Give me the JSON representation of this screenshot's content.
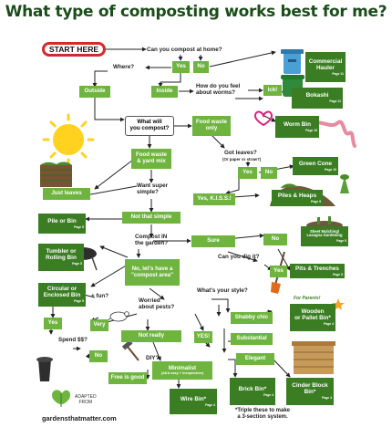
{
  "title": "What type of composting works best for me?",
  "start": "START HERE",
  "questions": {
    "can_home": "Can you compost at home?",
    "where": "Where?",
    "worms": "How do you feel\nabout worms?",
    "what_compost": "What will\nyou compost?",
    "leaves": "Got leaves?",
    "leaves_sub": "(Or paper or straw?)",
    "simple": "Want super\nsimple?",
    "garden": "Compost IN\nthe garden?",
    "dig": "Can you dig it?",
    "style": "What's your style?",
    "pests": "Worried\nabout pests?",
    "fun": "+ fun?",
    "spend": "Spend $$?",
    "diy": "DIY?"
  },
  "answers": {
    "yes_home": "Yes",
    "no_home": "No",
    "outside": "Outside",
    "inside": "Inside",
    "ick": "Ick!",
    "love_icon": "♥",
    "food_only": "Food waste\nonly",
    "food_yard": "Food waste\n& yard mix",
    "yes_leaves": "Yes",
    "no_leaves": "No",
    "just_leaves": "Just leaves",
    "kiss": "Yes, K.I.S.S.!",
    "not_simple": "Not that simple",
    "sure": "Sure",
    "no_garden_area": "No, let's have a\n\"compost area\"",
    "no_dig": "No",
    "yes_dig": "Yes",
    "yes_pests": "Yes",
    "very": "Very",
    "not_really": "Not really",
    "yes_excl": "YES!",
    "no_spend": "No",
    "shabby": "Shabby chic",
    "substantial": "Substantial",
    "elegant": "Elegant",
    "minimalist": "Minimalist",
    "minimalist_sub": "(AKA easy + inexpensive)",
    "free": "Free is good"
  },
  "results": {
    "commercial": {
      "name": "Commercial\nHauler",
      "page": "Page 11"
    },
    "bokashi": {
      "name": "Bokashi",
      "page": "Page 11"
    },
    "worm_bin": {
      "name": "Worm Bin",
      "page": "Page 10"
    },
    "green_cone": {
      "name": "Green Cone",
      "page": "Page 10"
    },
    "piles": {
      "name": "Piles & Heaps",
      "page": "Page 5"
    },
    "pile_bin": {
      "name": "Pile or Bin",
      "page": "Page 5"
    },
    "sheet": {
      "name": "Sheet Mulching/\nLasagna Gardening",
      "page": "Page 5"
    },
    "tumbler": {
      "name": "Tumbler or\nRolling Bin",
      "page": "Page 5"
    },
    "pits": {
      "name": "Pits & Trenches",
      "page": "Page 5"
    },
    "circular": {
      "name": "Circular or\nEnclosed Bin",
      "page": "Page 5"
    },
    "wooden": {
      "name": "Wooden\nor Pallet Bin*",
      "page": "Page 4"
    },
    "brick": {
      "name": "Brick Bin*",
      "page": "Page 4"
    },
    "cinder": {
      "name": "Cinder Block\nBin*",
      "page": "Page 4"
    },
    "wire": {
      "name": "Wire Bin*",
      "page": "Page 4"
    }
  },
  "for_parents": "For Parents!",
  "footnote": "*Triple these to make\na 3-section system.",
  "adapted": "ADAPTED\nFROM",
  "source": "gardensthatmatter.com",
  "colors": {
    "answer": "#6eb43f",
    "result": "#3b7d23",
    "title": "#1a4d1a",
    "start_border": "#d42a2a"
  }
}
